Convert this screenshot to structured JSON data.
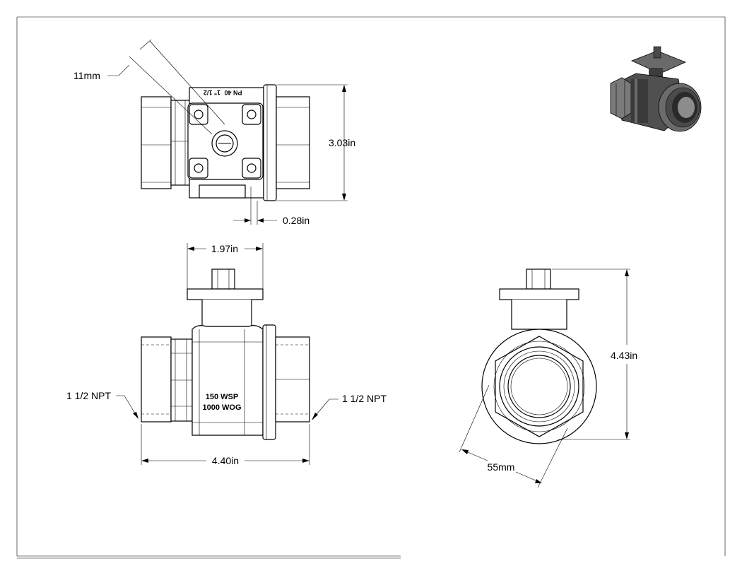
{
  "drawing": {
    "top_view": {
      "width_label": "11mm",
      "height_label": "3.03in",
      "offset_label": "0.28in",
      "engraving_size": "1\" 1/2",
      "engraving_rating": "PN 40"
    },
    "front_view": {
      "flange_label": "1.97in",
      "length_label": "4.40in",
      "left_thread_label": "1 1/2 NPT",
      "right_thread_label": "1 1/2 NPT",
      "rating_wsp": "150 WSP",
      "rating_wog": "1000 WOG"
    },
    "side_view": {
      "height_label": "4.43in",
      "diameter_label": "55mm"
    }
  }
}
